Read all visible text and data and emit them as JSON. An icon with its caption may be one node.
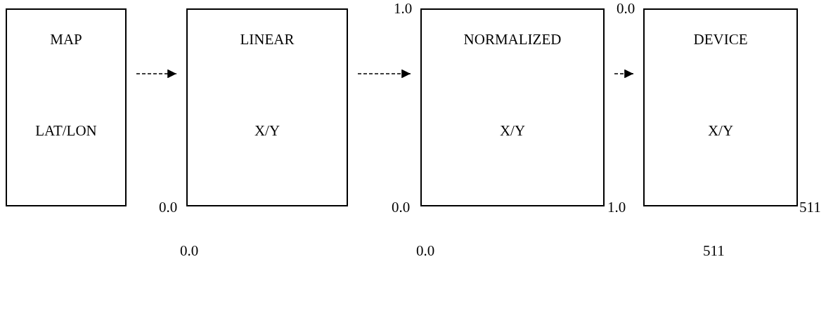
{
  "diagram": {
    "nodes": [
      {
        "text": [
          "MAP",
          "LAT/LON"
        ]
      },
      {
        "text": [
          "LINEAR",
          "X/Y"
        ]
      },
      {
        "text": [
          "NORMALIZED",
          "X/Y"
        ]
      },
      {
        "text": [
          "DEVICE",
          "X/Y"
        ]
      }
    ],
    "edges": [
      {
        "from": 0,
        "to": 1,
        "arrow": "to"
      },
      {
        "from": 1,
        "to": 2,
        "arrow": "to"
      },
      {
        "from": 2,
        "to": 3,
        "arrow": "to"
      }
    ],
    "labels": [
      "1.0",
      "0.0",
      "0.0",
      "0.0",
      "1.0",
      "511",
      "0.0",
      "0.0",
      "511"
    ]
  }
}
